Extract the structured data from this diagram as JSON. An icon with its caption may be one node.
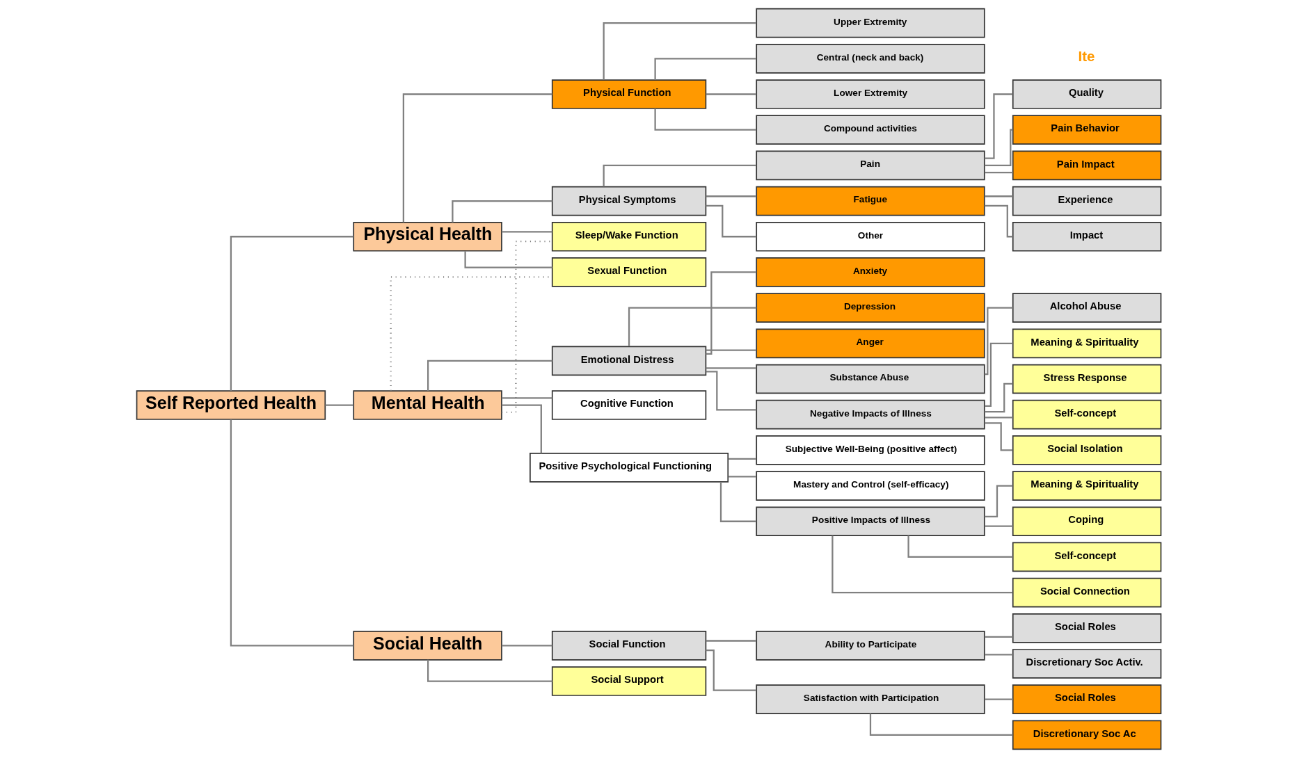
{
  "diagram": {
    "nodes": [
      {
        "text": [
          "Self Reported Health"
        ]
      },
      {
        "text": [
          "Physical Health"
        ]
      },
      {
        "text": [
          "Mental Health"
        ]
      },
      {
        "text": [
          "Social Health"
        ]
      },
      {
        "text": [
          "Physical Function"
        ]
      },
      {
        "text": [
          "Physical Symptoms"
        ]
      },
      {
        "text": [
          "Sleep/Wake Function"
        ]
      },
      {
        "text": [
          "Sexual Function"
        ]
      },
      {
        "text": [
          "Emotional Distress"
        ]
      },
      {
        "text": [
          "Cognitive Function"
        ]
      },
      {
        "text": [
          "Positive Psychological Functioning"
        ]
      },
      {
        "text": [
          "Social Function"
        ]
      },
      {
        "text": [
          "Social Support"
        ]
      },
      {
        "text": [
          "Upper Extremity"
        ]
      },
      {
        "text": [
          "Central (neck and back)"
        ]
      },
      {
        "text": [
          "Lower Extremity"
        ]
      },
      {
        "text": [
          "Compound activities"
        ]
      },
      {
        "text": [
          "Pain"
        ]
      },
      {
        "text": [
          "Fatigue"
        ]
      },
      {
        "text": [
          "Other"
        ]
      },
      {
        "text": [
          "Anxiety"
        ]
      },
      {
        "text": [
          "Depression"
        ]
      },
      {
        "text": [
          "Anger"
        ]
      },
      {
        "text": [
          "Substance Abuse"
        ]
      },
      {
        "text": [
          "Negative Impacts of Illness"
        ]
      },
      {
        "text": [
          "Subjective Well-Being (positive affect)"
        ]
      },
      {
        "text": [
          "Mastery and Control (self-efficacy)"
        ]
      },
      {
        "text": [
          "Positive Impacts of Illness"
        ]
      },
      {
        "text": [
          "Ability to Participate"
        ]
      },
      {
        "text": [
          "Satisfaction with Participation"
        ]
      },
      {
        "text": [
          "Quality"
        ]
      },
      {
        "text": [
          "Pain Behavior"
        ]
      },
      {
        "text": [
          "Pain Impact"
        ]
      },
      {
        "text": [
          "Experience"
        ]
      },
      {
        "text": [
          "Impact"
        ]
      },
      {
        "text": [
          "Alcohol Abuse"
        ]
      },
      {
        "text": [
          "Meaning & Spirituality"
        ]
      },
      {
        "text": [
          "Stress Response"
        ]
      },
      {
        "text": [
          "Self-concept"
        ]
      },
      {
        "text": [
          "Social Isolation"
        ]
      },
      {
        "text": [
          "Meaning & Spirituality"
        ]
      },
      {
        "text": [
          "Coping"
        ]
      },
      {
        "text": [
          "Self-concept"
        ]
      },
      {
        "text": [
          "Social Connection"
        ]
      },
      {
        "text": [
          "Social Roles"
        ]
      },
      {
        "text": [
          "Discretionary Soc Activ."
        ]
      },
      {
        "text": [
          "Social Roles"
        ]
      },
      {
        "text": [
          "Discretionary Soc Ac"
        ]
      }
    ],
    "edges": [
      {
        "from": 0,
        "to": 1,
        "arrow": "none"
      },
      {
        "from": 0,
        "to": 2,
        "arrow": "none"
      },
      {
        "from": 0,
        "to": 3,
        "arrow": "none"
      },
      {
        "from": 1,
        "to": 4,
        "arrow": "none"
      },
      {
        "from": 1,
        "to": 5,
        "arrow": "none"
      },
      {
        "from": 1,
        "to": 6,
        "arrow": "none"
      },
      {
        "from": 1,
        "to": 7,
        "arrow": "none"
      },
      {
        "from": 2,
        "to": 6,
        "arrow": "none",
        "style": "dashed"
      },
      {
        "from": 2,
        "to": 7,
        "arrow": "none",
        "style": "dashed"
      },
      {
        "from": 2,
        "to": 8,
        "arrow": "none"
      },
      {
        "from": 2,
        "to": 9,
        "arrow": "none"
      },
      {
        "from": 2,
        "to": 10,
        "arrow": "none"
      },
      {
        "from": 3,
        "to": 11,
        "arrow": "none"
      },
      {
        "from": 3,
        "to": 12,
        "arrow": "none"
      },
      {
        "from": 4,
        "to": 13,
        "arrow": "none"
      },
      {
        "from": 4,
        "to": 14,
        "arrow": "none"
      },
      {
        "from": 4,
        "to": 15,
        "arrow": "none"
      },
      {
        "from": 4,
        "to": 16,
        "arrow": "none"
      },
      {
        "from": 5,
        "to": 17,
        "arrow": "none"
      },
      {
        "from": 5,
        "to": 18,
        "arrow": "none"
      },
      {
        "from": 5,
        "to": 19,
        "arrow": "none"
      },
      {
        "from": 8,
        "to": 20,
        "arrow": "none"
      },
      {
        "from": 8,
        "to": 21,
        "arrow": "none"
      },
      {
        "from": 8,
        "to": 22,
        "arrow": "none"
      },
      {
        "from": 8,
        "to": 23,
        "arrow": "none"
      },
      {
        "from": 8,
        "to": 24,
        "arrow": "none"
      },
      {
        "from": 10,
        "to": 25,
        "arrow": "none"
      },
      {
        "from": 10,
        "to": 26,
        "arrow": "none"
      },
      {
        "from": 10,
        "to": 27,
        "arrow": "none"
      },
      {
        "from": 11,
        "to": 28,
        "arrow": "none"
      },
      {
        "from": 11,
        "to": 29,
        "arrow": "none"
      },
      {
        "from": 17,
        "to": 30,
        "arrow": "none"
      },
      {
        "from": 17,
        "to": 31,
        "arrow": "none"
      },
      {
        "from": 17,
        "to": 32,
        "arrow": "none"
      },
      {
        "from": 18,
        "to": 33,
        "arrow": "none"
      },
      {
        "from": 18,
        "to": 34,
        "arrow": "none"
      },
      {
        "from": 23,
        "to": 35,
        "arrow": "none"
      },
      {
        "from": 24,
        "to": 36,
        "arrow": "none"
      },
      {
        "from": 24,
        "to": 37,
        "arrow": "none"
      },
      {
        "from": 24,
        "to": 38,
        "arrow": "none"
      },
      {
        "from": 24,
        "to": 39,
        "arrow": "none"
      },
      {
        "from": 27,
        "to": 40,
        "arrow": "none"
      },
      {
        "from": 27,
        "to": 41,
        "arrow": "none"
      },
      {
        "from": 27,
        "to": 42,
        "arrow": "none"
      },
      {
        "from": 27,
        "to": 43,
        "arrow": "none"
      },
      {
        "from": 28,
        "to": 44,
        "arrow": "none"
      },
      {
        "from": 28,
        "to": 45,
        "arrow": "none"
      },
      {
        "from": 29,
        "to": 46,
        "arrow": "none"
      },
      {
        "from": 29,
        "to": 47,
        "arrow": "none"
      }
    ],
    "labels": [
      "Ite"
    ]
  }
}
